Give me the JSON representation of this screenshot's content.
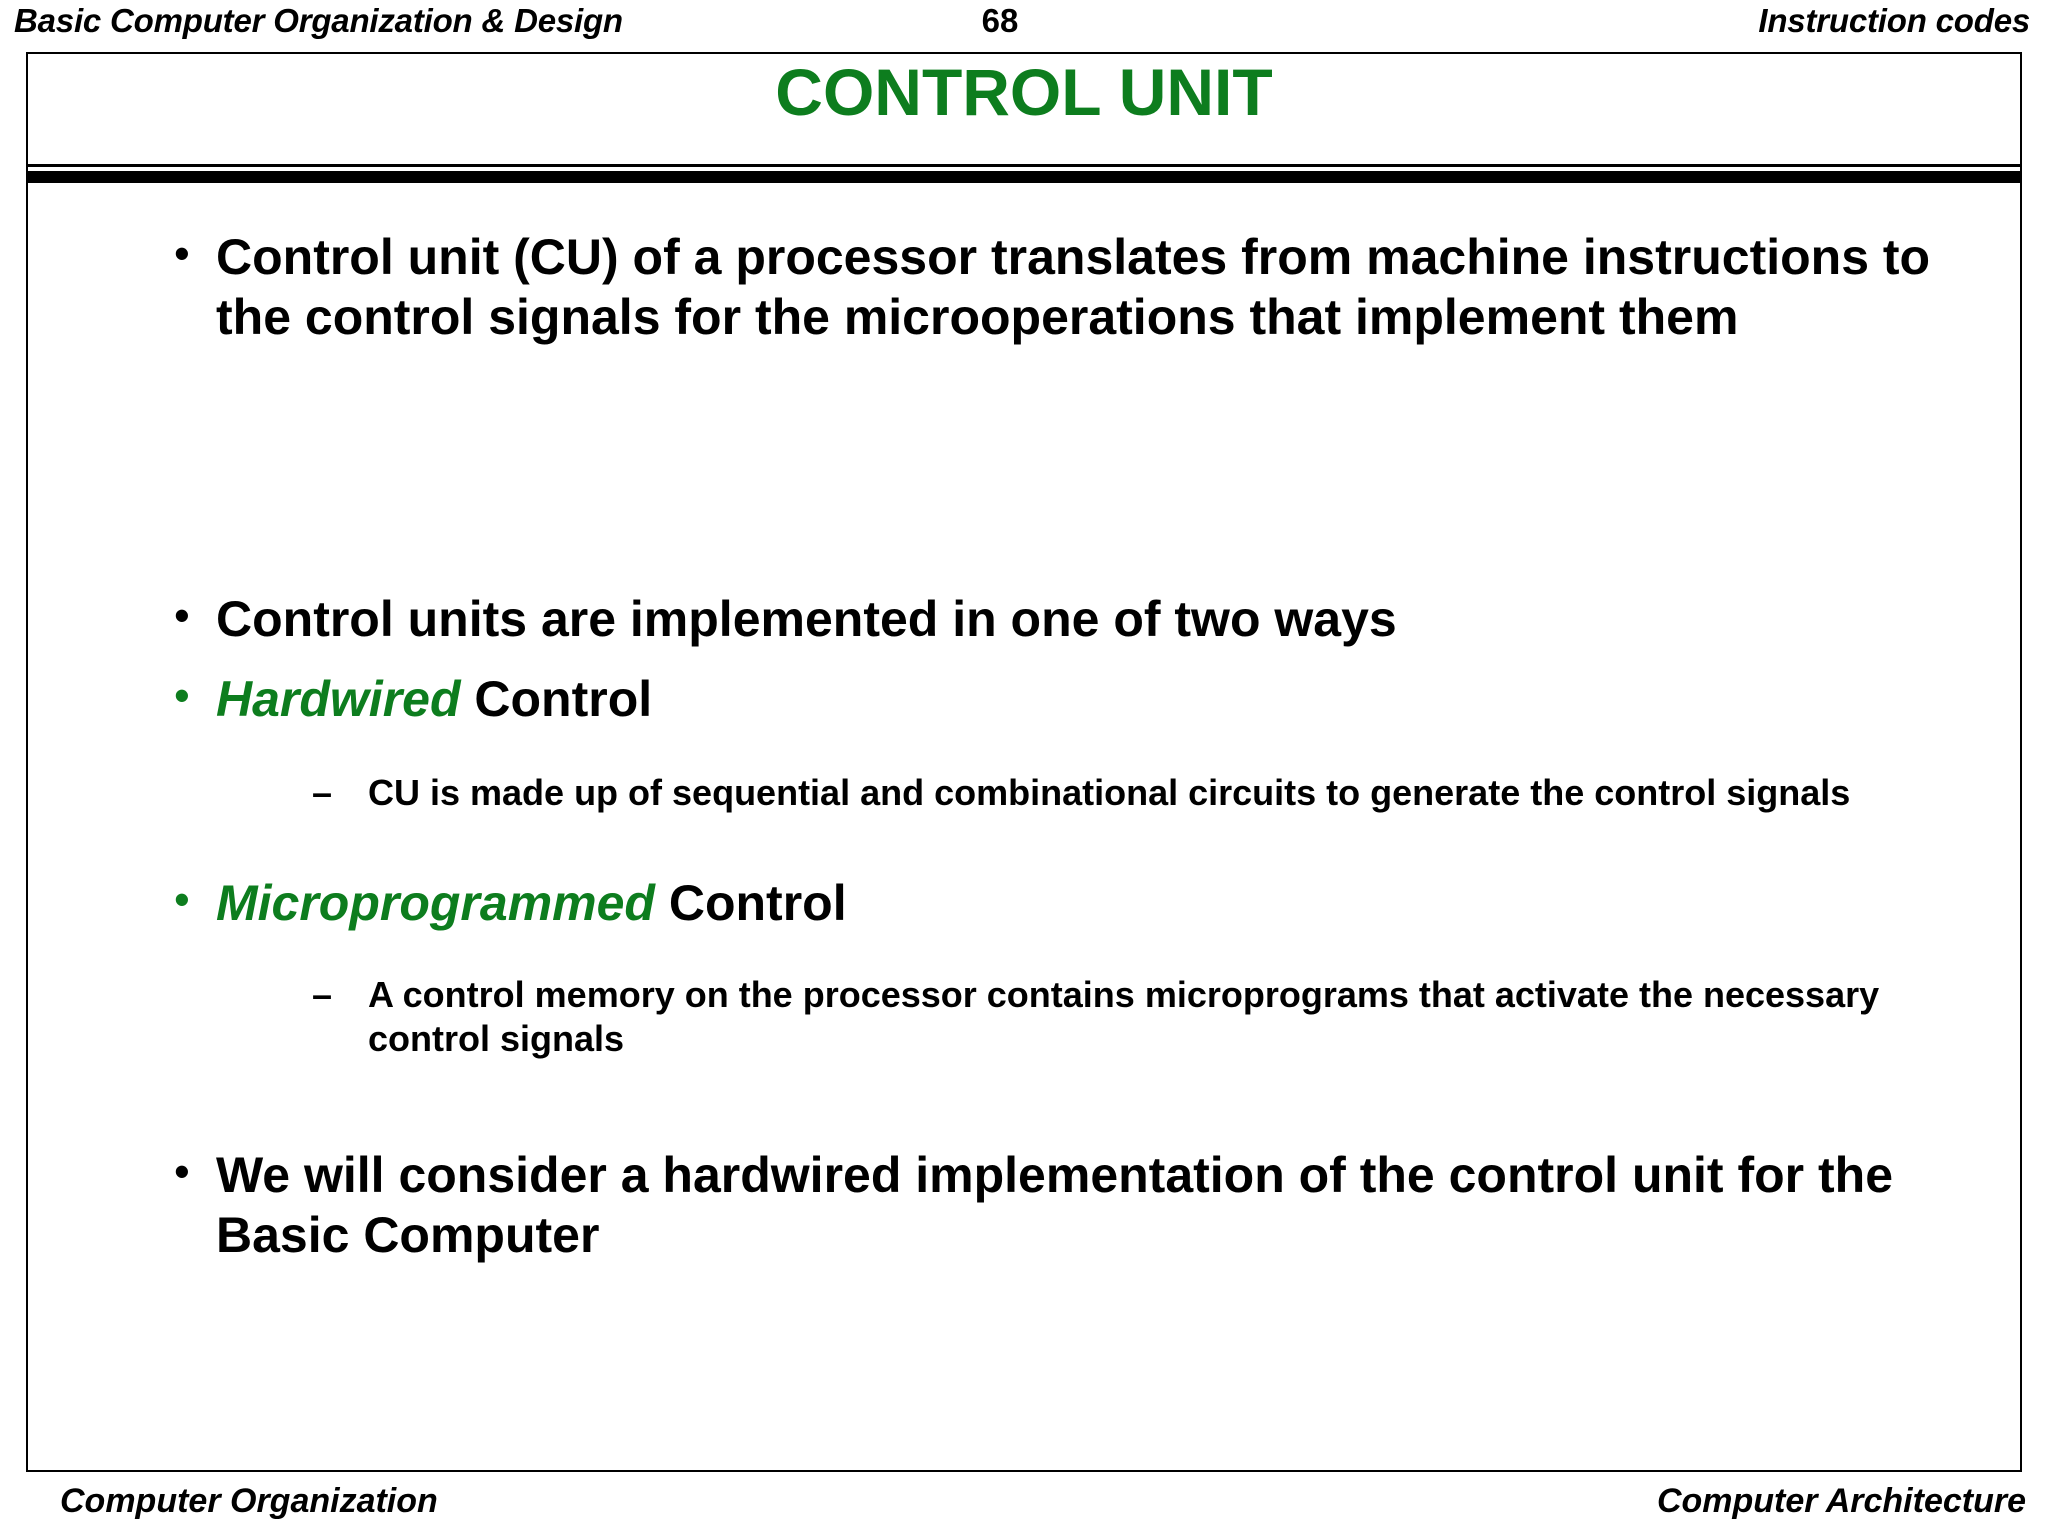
{
  "header": {
    "left_title": "Basic Computer Organization & Design",
    "page_number": "68",
    "right_topic": "Instruction codes"
  },
  "slide": {
    "title": "CONTROL UNIT",
    "title_color": "#0d7d1e",
    "accent_color": "#0d7d1e",
    "body_color": "#000000",
    "bullet_glyph": "•",
    "sub_bullet_glyph": "–"
  },
  "body": {
    "blocks": [
      {
        "id": "b1",
        "level": 1,
        "bullet": "•",
        "bullet_color": "black",
        "text": "Control unit (CU) of a processor translates from machine instructions to the control signals for the microoperations that implement them"
      },
      {
        "id": "b2",
        "level": 1,
        "bullet": "•",
        "bullet_color": "black",
        "text": "Control units are implemented in one of two ways"
      },
      {
        "id": "b3",
        "level": 1,
        "bullet": "•",
        "bullet_color": "green",
        "emphasis": "Hardwired",
        "text": " Control"
      },
      {
        "id": "b4",
        "level": 2,
        "bullet": "–",
        "bullet_color": "black",
        "text": "CU is made up of sequential and combinational circuits to generate the control signals"
      },
      {
        "id": "b5",
        "level": 1,
        "bullet": "•",
        "bullet_color": "green",
        "emphasis": "Microprogrammed",
        "text": " Control"
      },
      {
        "id": "b6",
        "level": 2,
        "bullet": "–",
        "bullet_color": "black",
        "text": "A control memory on the processor contains microprograms that activate the necessary control signals"
      },
      {
        "id": "b7",
        "level": 1,
        "bullet": "•",
        "bullet_color": "black",
        "text": "We will consider a hardwired implementation of the control unit for the Basic Computer"
      }
    ]
  },
  "footer": {
    "left": "Computer Organization",
    "right": "Computer Architecture"
  }
}
